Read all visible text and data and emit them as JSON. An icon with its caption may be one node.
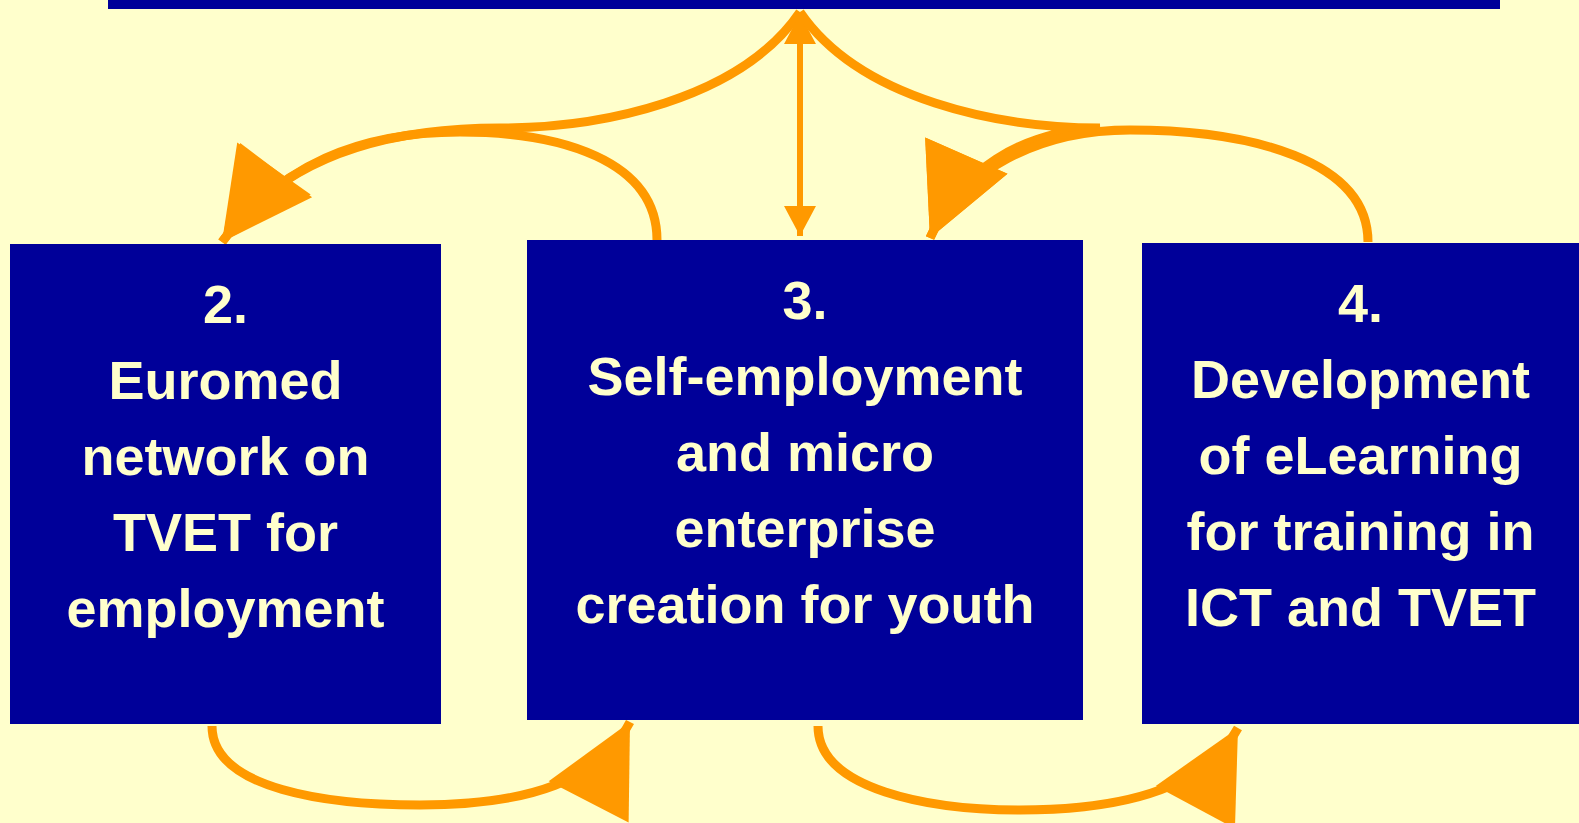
{
  "diagram": {
    "nodes": [
      {
        "text": [],
        "shape": "box"
      },
      {
        "text": [
          "2.",
          "Euromed network on TVET for employment"
        ]
      },
      {
        "text": [
          "3.",
          "Self-employment and micro enterprise creation for youth"
        ]
      },
      {
        "text": [
          "4.",
          "Development of eLearning for training in ICT and TVET"
        ]
      }
    ],
    "edges": [
      {
        "from": 0,
        "to": 1,
        "arrow": "to"
      },
      {
        "from": 2,
        "to": 1,
        "arrow": "to"
      },
      {
        "from": 0,
        "to": 2,
        "arrow": "both"
      },
      {
        "from": 0,
        "to": 2,
        "arrow": "to"
      },
      {
        "from": 3,
        "to": 2,
        "arrow": "to"
      },
      {
        "from": 1,
        "to": 2,
        "arrow": "to"
      },
      {
        "from": 2,
        "to": 3,
        "arrow": "to"
      }
    ]
  }
}
